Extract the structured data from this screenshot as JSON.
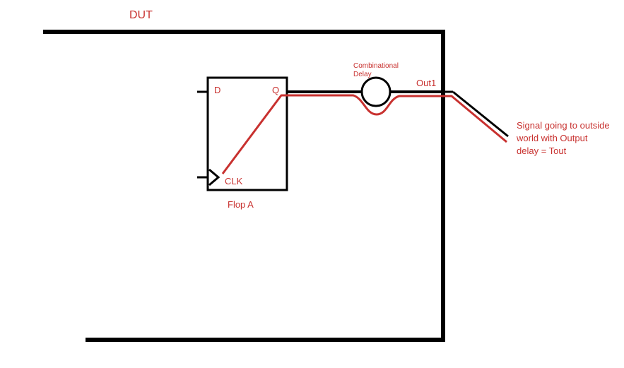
{
  "dut_label": "DUT",
  "flop": {
    "name": "Flop A",
    "pin_d": "D",
    "pin_q": "Q",
    "pin_clk": "CLK"
  },
  "comb_delay": {
    "line1": "Combinational",
    "line2": "Delay"
  },
  "out_port": "Out1",
  "note": {
    "line1": "Signal going to outside",
    "line2": "world with Output",
    "line3": "delay = Tout"
  },
  "colors": {
    "wire": "#000000",
    "path": "#c8312f",
    "text": "#c8312f"
  }
}
